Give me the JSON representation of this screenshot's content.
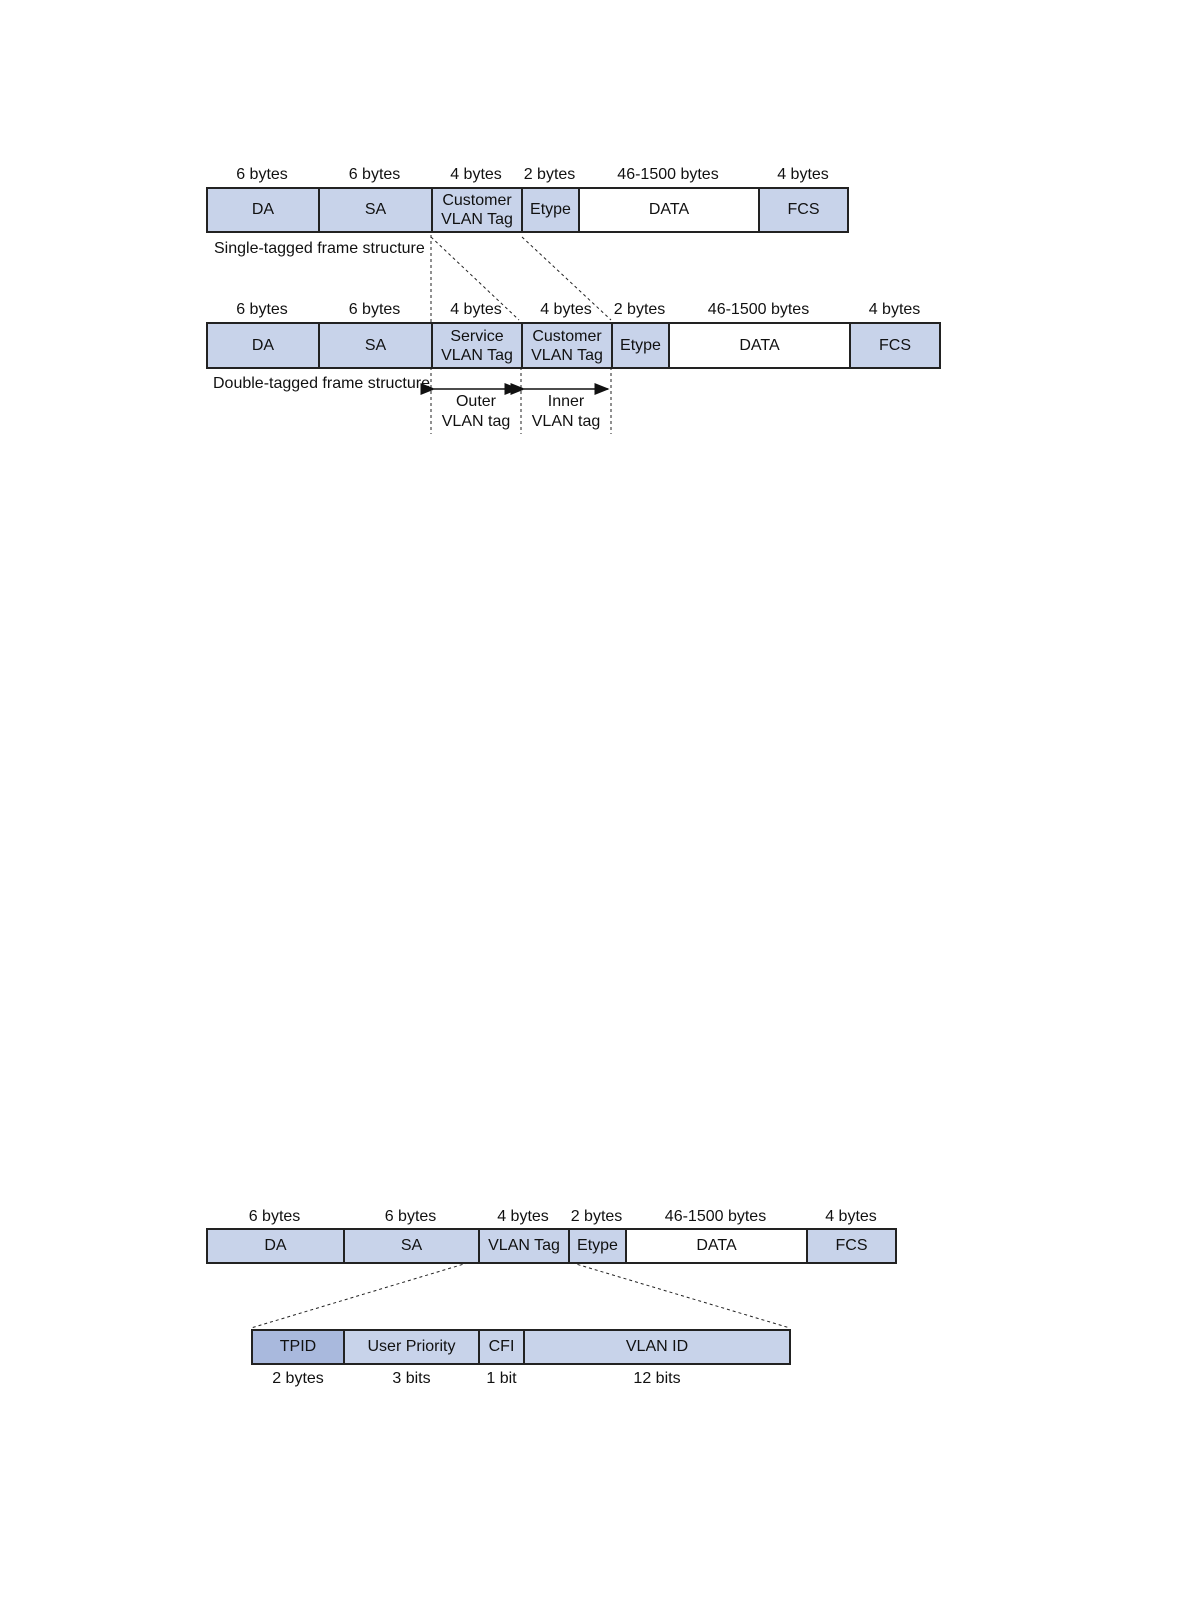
{
  "single": {
    "sizes": [
      "6 bytes",
      "6 bytes",
      "4 bytes",
      "2 bytes",
      "46-1500 bytes",
      "4 bytes"
    ],
    "fields": {
      "da": "DA",
      "sa": "SA",
      "ctag_l1": "Customer",
      "ctag_l2": "VLAN Tag",
      "etype": "Etype",
      "data": "DATA",
      "fcs": "FCS"
    },
    "caption": "Single-tagged frame structure"
  },
  "double": {
    "sizes": [
      "6 bytes",
      "6 bytes",
      "4 bytes",
      "4 bytes",
      "2 bytes",
      "46-1500 bytes",
      "4 bytes"
    ],
    "fields": {
      "da": "DA",
      "sa": "SA",
      "stag_l1": "Service",
      "stag_l2": "VLAN Tag",
      "ctag_l1": "Customer",
      "ctag_l2": "VLAN Tag",
      "etype": "Etype",
      "data": "DATA",
      "fcs": "FCS"
    },
    "caption": "Double-tagged frame structure",
    "outer_l1": "Outer",
    "outer_l2": "VLAN tag",
    "inner_l1": "Inner",
    "inner_l2": "VLAN tag"
  },
  "vlan": {
    "sizes": [
      "6 bytes",
      "6 bytes",
      "4 bytes",
      "2 bytes",
      "46-1500 bytes",
      "4 bytes"
    ],
    "fields": {
      "da": "DA",
      "sa": "SA",
      "tag": "VLAN Tag",
      "etype": "Etype",
      "data": "DATA",
      "fcs": "FCS"
    },
    "tag_fields": {
      "tpid": "TPID",
      "priority": "User Priority",
      "cfi": "CFI",
      "vid": "VLAN ID"
    },
    "tag_sizes": [
      "2 bytes",
      "3 bits",
      "1 bit",
      "12 bits"
    ]
  },
  "colors": {
    "field_fill": "#c8d3ea",
    "tpid_fill": "#a9b9dd",
    "border": "#222222"
  }
}
